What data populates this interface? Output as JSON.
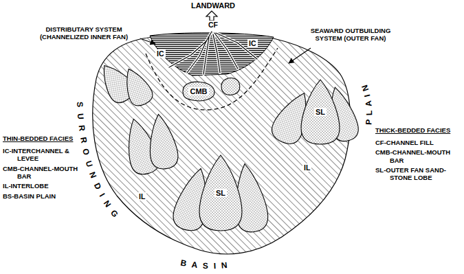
{
  "diagram": {
    "nodes": [
      {
        "text": [
          "CMB"
        ]
      },
      {
        "text": [
          "SL"
        ]
      },
      {
        "text": [
          "SL"
        ]
      }
    ],
    "labels": [
      "LANDWARD",
      "DISTRIBUTARY SYSTEM (CHANNELIZED INNER FAN)",
      "SEAWARD OUTBUILDING SYSTEM (OUTER FAN)",
      "CF",
      "IC",
      "IC",
      "IL",
      "IL",
      "SURROUNDING",
      "BASIN",
      "PLAIN",
      "THIN-BEDDED FACIES",
      "IC-INTERCHANNEL & LEVEE",
      "CMB-CHANNEL-MOUTH BAR",
      "IL-INTERLOBE",
      "BS-BASIN PLAIN",
      "THICK-BEDDED FACIES",
      "CF-CHANNEL FILL",
      "CMB-CHANNEL-MOUTH BAR",
      "SL-OUTER FAN SAND-STONE LOBE"
    ]
  }
}
